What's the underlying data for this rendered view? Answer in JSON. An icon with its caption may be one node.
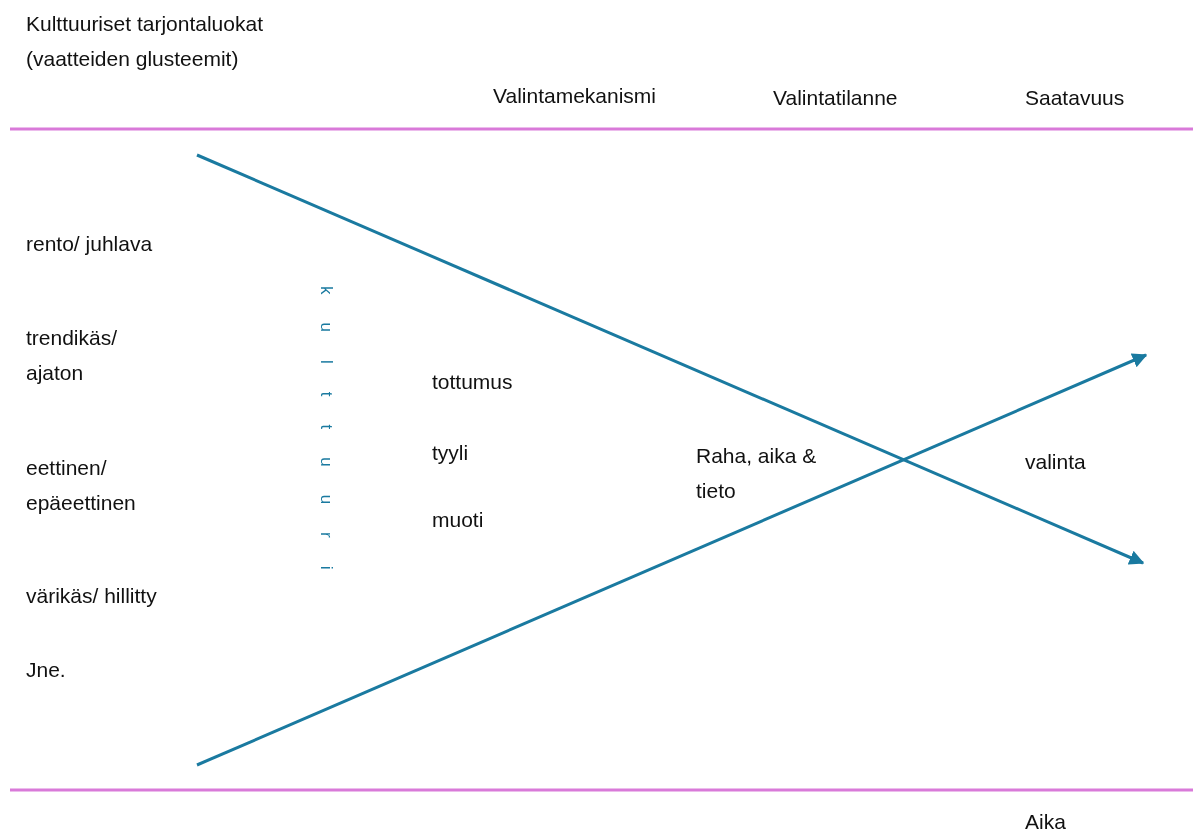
{
  "diagram": {
    "labels": [
      "Kulttuuriset tarjontaluokat (vaatteiden glusteemit)",
      "Valintamekanismi",
      "Valintatilanne",
      "Saatavuus",
      "rento/ juhlava",
      "kulttuuri",
      "trendikäs/ ajaton",
      "tottumus",
      "tyyli",
      "Raha, aika & tieto",
      "valinta",
      "eettinen/ epäeettinen",
      "muoti",
      "värikäs/ hillitty",
      "Jne.",
      "Aika"
    ]
  }
}
